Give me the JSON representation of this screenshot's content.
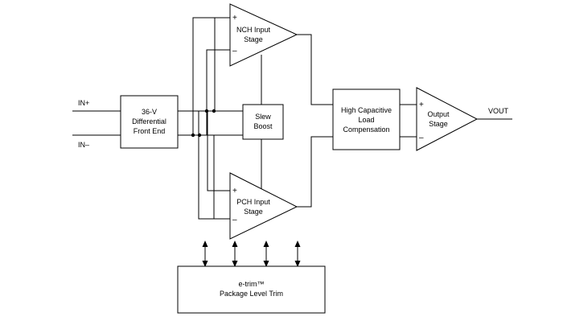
{
  "inputs": {
    "in_plus": "IN+",
    "in_minus": "IN–"
  },
  "output": "VOUT",
  "front_end": {
    "line1": "36-V",
    "line2": "Differential",
    "line3": "Front End"
  },
  "nch_stage": {
    "line1": "NCH Input",
    "line2": "Stage"
  },
  "pch_stage": {
    "line1": "PCH Input",
    "line2": "Stage"
  },
  "slew_boost": {
    "line1": "Slew",
    "line2": "Boost"
  },
  "load_comp": {
    "line1": "High Capacitive",
    "line2": "Load",
    "line3": "Compensation"
  },
  "output_stage": {
    "line1": "Output",
    "line2": "Stage"
  },
  "trim": {
    "line1": "e-trim™",
    "line2": "Package Level Trim"
  },
  "signs": {
    "plus": "+",
    "minus": "–"
  }
}
